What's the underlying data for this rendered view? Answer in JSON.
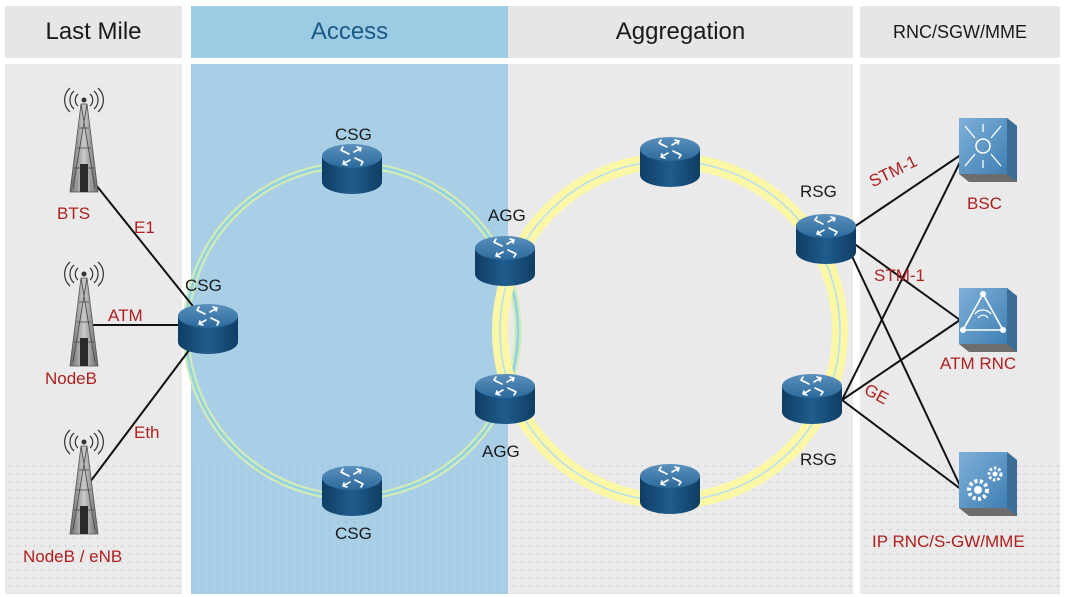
{
  "columns": {
    "last_mile": "Last Mile",
    "access": "Access",
    "aggregation": "Aggregation",
    "core": "RNC/SGW/MME"
  },
  "sites": {
    "bts": "BTS",
    "nodeb": "NodeB",
    "nodeb_enb": "NodeB / eNB"
  },
  "links": {
    "e1": "E1",
    "atm": "ATM",
    "eth": "Eth",
    "stm1_top": "STM-1",
    "stm1_mid": "STM-1",
    "ge": "GE"
  },
  "nodes": {
    "csg_left": "CSG",
    "csg_top": "CSG",
    "csg_bottom": "CSG",
    "agg_top": "AGG",
    "agg_bottom": "AGG",
    "rsg_top": "RSG",
    "rsg_bottom": "RSG"
  },
  "controllers": {
    "bsc": "BSC",
    "atm_rnc": "ATM RNC",
    "ip_rnc": "IP RNC/S-GW/MME"
  },
  "colors": {
    "header_bg": "#e6e6e6",
    "access_blue": "#a9cfe6",
    "access_header": "#9ccbe4",
    "ring_yellow": "#fbf7a6",
    "router_blue": "#1f5d8e",
    "label_red": "#b01e1e"
  },
  "icons": {
    "router": "router-icon",
    "tower": "cell-tower-icon",
    "bsc": "bsc-icon",
    "rnc": "atm-rnc-icon",
    "ip_rnc": "ip-rnc-gear-icon"
  }
}
